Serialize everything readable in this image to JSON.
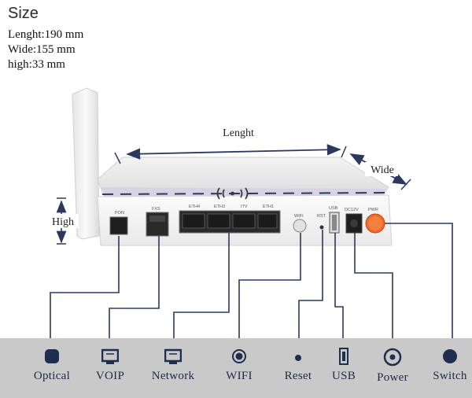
{
  "size": {
    "title": "Size",
    "lines": [
      "Lenght:190 mm",
      "Wide:155 mm",
      "high:33 mm"
    ]
  },
  "dimension_labels": {
    "length": "Lenght",
    "width": "Wide",
    "height": "High"
  },
  "port_labels": {
    "pon": "PON",
    "fxs": "FXS",
    "eth4": "ETH4",
    "eth3": "ETH3",
    "itv": "ITV",
    "eth1": "ETH1",
    "wifi": "WIFI",
    "rst": "RST",
    "usb": "USB",
    "dc": "DC12V",
    "pwr": "PWR"
  },
  "legend": [
    {
      "label": "Optical",
      "icon": "optical-icon"
    },
    {
      "label": "VOIP",
      "icon": "voip-icon"
    },
    {
      "label": "Network",
      "icon": "network-icon"
    },
    {
      "label": "WIFI",
      "icon": "wifi-icon"
    },
    {
      "label": "Reset",
      "icon": "reset-icon"
    },
    {
      "label": "USB",
      "icon": "usb-icon"
    },
    {
      "label": "Power",
      "icon": "power-icon"
    },
    {
      "label": "Switch",
      "icon": "switch-icon"
    }
  ],
  "colors": {
    "line": "#2b3a5c",
    "icon": "#1f2d4f",
    "bar": "#c9c9c9",
    "pwr_button": "#f06a2a"
  }
}
